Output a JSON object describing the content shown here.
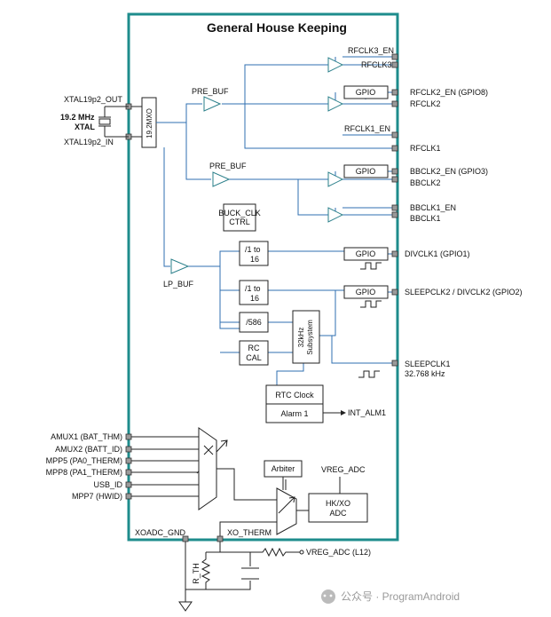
{
  "title": "General House Keeping",
  "crystal": {
    "out_pin": "XTAL19p2_OUT",
    "in_pin": "XTAL19p2_IN",
    "freq": "19.2 MHz",
    "name": "XTAL",
    "xo_label": "19.2MXO"
  },
  "buffers": {
    "pre_buf_1": "PRE_BUF",
    "pre_buf_2": "PRE_BUF",
    "lp_buf": "LP_BUF"
  },
  "rf_outputs": {
    "rfclk3_en": "RFCLK3_EN",
    "rfclk3": "RFCLK3",
    "rfclk2_en": "RFCLK2_EN (GPIO8)",
    "rfclk2": "RFCLK2",
    "rfclk1_en": "RFCLK1_EN",
    "rfclk1": "RFCLK1"
  },
  "bb_outputs": {
    "bbclk2_en": "BBCLK2_EN (GPIO3)",
    "bbclk2": "BBCLK2",
    "bbclk1_en": "BBCLK1_EN",
    "bbclk1": "BBCLK1"
  },
  "gpio_label": "GPIO",
  "blocks": {
    "buck_clk_l1": "BUCK_CLK",
    "buck_clk_l2": "CTRL",
    "div16_a_l1": "/1 to",
    "div16_a_l2": "16",
    "div16_b_l1": "/1 to",
    "div16_b_l2": "16",
    "div586": "/586",
    "rc_cal_l1": "RC",
    "rc_cal_l2": "CAL",
    "subsystem_l1": "32kHz",
    "subsystem_l2": "Subsystem",
    "rtc_clock": "RTC Clock",
    "alarm": "Alarm 1",
    "arbiter": "Arbiter",
    "hkxo_l1": "HK/XO",
    "hkxo_l2": "ADC"
  },
  "clk_outputs": {
    "divclk1": "DIVCLK1 (GPIO1)",
    "sleepclk2": "SLEEPCLK2 / DIVCLK2 (GPIO2)",
    "sleepclk1": "SLEEPCLK1",
    "sleepclk1_freq": "32.768 kHz",
    "int_alm": "INT_ALM1"
  },
  "amux_inputs": [
    "AMUX1 (BAT_THM)",
    "AMUX2 (BATT_ID)",
    "MPP5 (PA0_THERM)",
    "MPP8 (PA1_THERM)",
    "USB_ID",
    "MPP7 (HWID)"
  ],
  "vreg_adc": "VREG_ADC",
  "bottom": {
    "xoadc_gnd": "XOADC_GND",
    "xo_therm": "XO_THERM",
    "rth_label": "R_TH",
    "vreg_adc_l12": "VREG_ADC (L12)"
  },
  "watermark": "公众号 · ProgramAndroid"
}
